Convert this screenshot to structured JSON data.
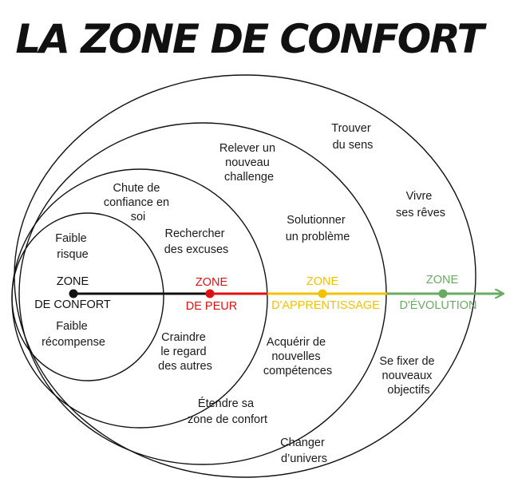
{
  "title": "LA ZONE DE CONFORT",
  "colors": {
    "ink": "#111111",
    "confort": "#111111",
    "peur": "#e01010",
    "apprentissage": "#f2c200",
    "evolution": "#6aab64"
  },
  "zones": {
    "confort": {
      "line1": "ZONE",
      "line2": "DE CONFORT"
    },
    "peur": {
      "line1": "ZONE",
      "line2": "DE PEUR"
    },
    "apprentissage": {
      "line1": "ZONE",
      "line2": "D'APPRENTISSAGE"
    },
    "evolution": {
      "line1": "ZONE",
      "line2": "D'ÉVOLUTION"
    }
  },
  "labels": {
    "trouver": [
      "Trouver",
      "du sens"
    ],
    "relever": [
      "Relever un",
      "nouveau",
      "challenge"
    ],
    "vivre": [
      "Vivre",
      "ses rêves"
    ],
    "chute": [
      "Chute de",
      "confiance en",
      "soi"
    ],
    "solutionner": [
      "Solutionner",
      "un problème"
    ],
    "faible_risque": [
      "Faible",
      "risque"
    ],
    "rechercher": [
      "Rechercher",
      "des excuses"
    ],
    "faible_recompense": [
      "Faible",
      "récompense"
    ],
    "craindre": [
      "Craindre",
      "le regard",
      "des autres"
    ],
    "acquerir": [
      "Acquérir de",
      "nouvelles",
      "compétences"
    ],
    "fixer": [
      "Se fixer de",
      "nouveaux",
      "objectifs"
    ],
    "etendre": [
      "Étendre sa",
      "zone de confort"
    ],
    "changer": [
      "Changer",
      "d’univers"
    ]
  }
}
